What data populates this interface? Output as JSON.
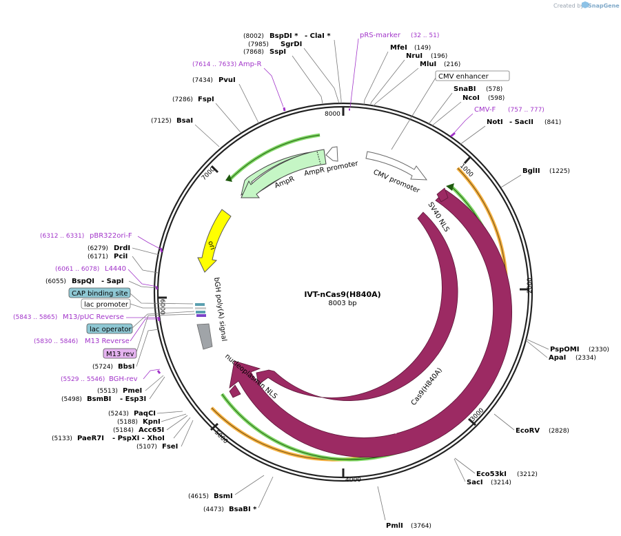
{
  "credit": {
    "prefix": "Created by",
    "brand": "SnapGene"
  },
  "plasmid": {
    "name": "IVT-nCas9(H840A)",
    "size_label": "8003 bp"
  },
  "ticks": [
    "1000",
    "2000",
    "3000",
    "4000",
    "5000",
    "6000",
    "7000",
    "8000"
  ],
  "enzymes": [
    {
      "pos": "(8002)",
      "name": "BspDI *",
      "extra": "- ClaI *"
    },
    {
      "pos": "(7985)",
      "name": "SgrDI",
      "extra": ""
    },
    {
      "pos": "(7868)",
      "name": "SspI",
      "extra": ""
    },
    {
      "pos": "(7434)",
      "name": "PvuI",
      "extra": ""
    },
    {
      "pos": "(7286)",
      "name": "FspI",
      "extra": ""
    },
    {
      "pos": "(7125)",
      "name": "BsaI",
      "extra": ""
    },
    {
      "pos": "(149)",
      "name": "MfeI",
      "extra": ""
    },
    {
      "pos": "(196)",
      "name": "NruI",
      "extra": ""
    },
    {
      "pos": "(216)",
      "name": "MluI",
      "extra": ""
    },
    {
      "pos": "(578)",
      "name": "SnaBI",
      "extra": ""
    },
    {
      "pos": "(598)",
      "name": "NcoI",
      "extra": ""
    },
    {
      "pos": "(841)",
      "name": "NotI",
      "extra": "- SacII"
    },
    {
      "pos": "(1225)",
      "name": "BglII",
      "extra": ""
    },
    {
      "pos": "(2330)",
      "name": "PspOMI",
      "extra": ""
    },
    {
      "pos": "(2334)",
      "name": "ApaI",
      "extra": ""
    },
    {
      "pos": "(2828)",
      "name": "EcoRV",
      "extra": ""
    },
    {
      "pos": "(3212)",
      "name": "Eco53kI",
      "extra": ""
    },
    {
      "pos": "(3214)",
      "name": "SacI",
      "extra": ""
    },
    {
      "pos": "(3764)",
      "name": "PmlI",
      "extra": ""
    },
    {
      "pos": "(4615)",
      "name": "BsmI",
      "extra": ""
    },
    {
      "pos": "(4473)",
      "name": "BsaBI *",
      "extra": ""
    },
    {
      "pos": "(6279)",
      "name": "DrdI",
      "extra": ""
    },
    {
      "pos": "(6171)",
      "name": "PciI",
      "extra": ""
    },
    {
      "pos": "(6055)",
      "name": "BspQI",
      "extra": "- SapI"
    },
    {
      "pos": "(5724)",
      "name": "BbsI",
      "extra": ""
    },
    {
      "pos": "(5513)",
      "name": "PmeI",
      "extra": ""
    },
    {
      "pos": "(5498)",
      "name": "BsmBI",
      "extra": "- Esp3I"
    },
    {
      "pos": "(5243)",
      "name": "PaqCI",
      "extra": ""
    },
    {
      "pos": "(5188)",
      "name": "KpnI",
      "extra": ""
    },
    {
      "pos": "(5184)",
      "name": "Acc65I",
      "extra": ""
    },
    {
      "pos": "(5133)",
      "name": "PaeR7I",
      "extra": "- PspXI   - XhoI"
    },
    {
      "pos": "(5107)",
      "name": "FseI",
      "extra": ""
    }
  ],
  "primers": [
    {
      "pos": "(32 .. 51)",
      "name": "pRS-marker"
    },
    {
      "pos": "(7614 .. 7633)",
      "name": "Amp-R"
    },
    {
      "pos": "(757 .. 777)",
      "name": "CMV-F"
    },
    {
      "pos": "(6312 .. 6331)",
      "name": "pBR322ori-F"
    },
    {
      "pos": "(6061 .. 6078)",
      "name": "L4440"
    },
    {
      "pos": "(5843 .. 5865)",
      "name": "M13/pUC Reverse"
    },
    {
      "pos": "(5830 .. 5846)",
      "name": "M13 Reverse"
    },
    {
      "pos": "(5529 .. 5546)",
      "name": "BGH-rev"
    }
  ],
  "boxed_labels": [
    {
      "name": "CMV enhancer",
      "style": "white"
    },
    {
      "name": "CAP binding site",
      "style": "teal"
    },
    {
      "name": "lac promoter",
      "style": "white"
    },
    {
      "name": "lac operator",
      "style": "teal"
    },
    {
      "name": "M13 rev",
      "style": "violet"
    }
  ],
  "features": [
    {
      "name": "CMV promoter"
    },
    {
      "name": "AmpR promoter"
    },
    {
      "name": "AmpR"
    },
    {
      "name": "ori"
    },
    {
      "name": "SV40 NLS"
    },
    {
      "name": "Cas9"
    },
    {
      "name": "Cas9(H840A)"
    },
    {
      "name": "bGH poly(A) signal"
    },
    {
      "name": "nucleoplasmin NLS"
    }
  ],
  "colors": {
    "backbone": "#222222",
    "cas9": "#9c2a63",
    "ampr": "#c5f6c5",
    "ori": "#ffff00",
    "primer": "#a133c9",
    "orf_orange": "#f5a623",
    "orf_green": "#4caf22",
    "cap_teal": "#8fc8d4",
    "m13_violet": "#e5b3f0"
  }
}
